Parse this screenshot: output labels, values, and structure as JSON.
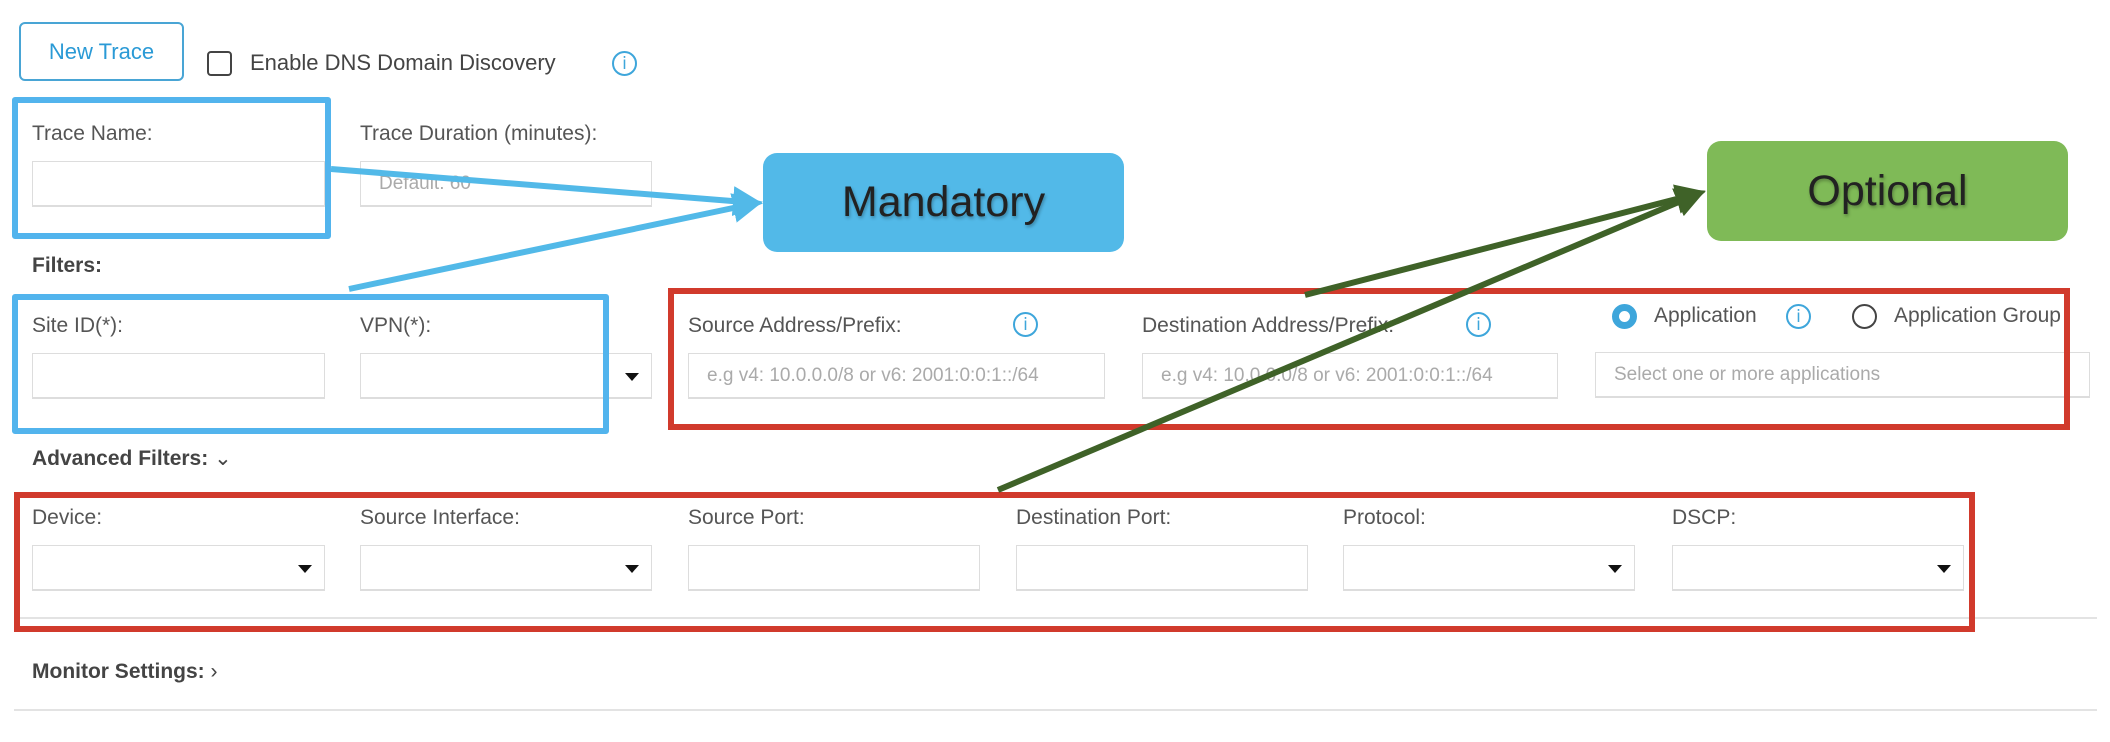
{
  "toolbar": {
    "new_trace_label": "New Trace",
    "dns_discovery_label": "Enable DNS Domain Discovery",
    "dns_discovery_checked": false
  },
  "form": {
    "trace_name_label": "Trace Name:",
    "trace_name_value": "",
    "trace_duration_label": "Trace Duration (minutes):",
    "trace_duration_placeholder": "Default: 60",
    "filters_heading": "Filters:",
    "site_id_label": "Site ID(*):",
    "vpn_label": "VPN(*):",
    "source_address_label": "Source Address/Prefix:",
    "source_address_placeholder": "e.g v4: 10.0.0.0/8 or v6: 2001:0:0:1::/64",
    "destination_address_label": "Destination Address/Prefix:",
    "destination_address_placeholder": "e.g v4: 10.0.0.0/8 or v6: 2001:0:0:1::/64",
    "application_radio_label": "Application",
    "application_group_radio_label": "Application Group",
    "selected_radio": "Application",
    "applications_placeholder": "Select one or more applications",
    "advanced_filters_heading": "Advanced Filters:",
    "device_label": "Device:",
    "source_interface_label": "Source Interface:",
    "source_port_label": "Source Port:",
    "destination_port_label": "Destination Port:",
    "protocol_label": "Protocol:",
    "dscp_label": "DSCP:",
    "monitor_settings_heading": "Monitor Settings:"
  },
  "annotations": {
    "mandatory_label": "Mandatory",
    "optional_label": "Optional",
    "mandatory_color": "#52b9e8",
    "optional_color": "#7fba57",
    "mandatory_box_color": "#52b4ed",
    "optional_box_color": "#d13a2c",
    "optional_arrow_color": "#3f6228"
  }
}
